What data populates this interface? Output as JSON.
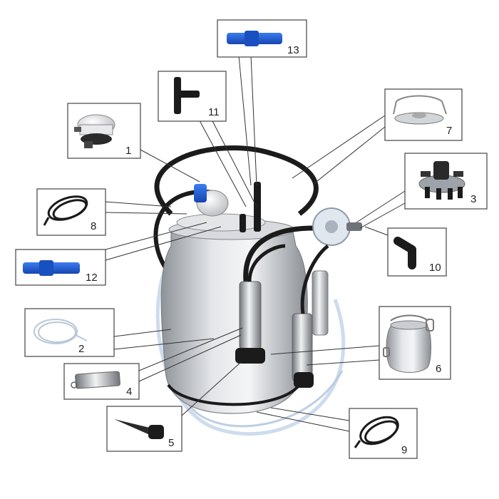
{
  "callouts": [
    {
      "id": "1",
      "label": "1",
      "icon": "vacuum-regulator-icon"
    },
    {
      "id": "2",
      "label": "2",
      "icon": "clear-tube-coil-icon"
    },
    {
      "id": "3",
      "label": "3",
      "icon": "pulsator-icon"
    },
    {
      "id": "4",
      "label": "4",
      "icon": "steel-shell-icon"
    },
    {
      "id": "5",
      "label": "5",
      "icon": "rubber-liner-icon"
    },
    {
      "id": "6",
      "label": "6",
      "icon": "milk-bucket-icon"
    },
    {
      "id": "7",
      "label": "7",
      "icon": "bucket-lid-icon"
    },
    {
      "id": "8",
      "label": "8",
      "icon": "black-hose-coil-icon"
    },
    {
      "id": "9",
      "label": "9",
      "icon": "black-hose-coil-icon"
    },
    {
      "id": "10",
      "label": "10",
      "icon": "elbow-connector-icon"
    },
    {
      "id": "11",
      "label": "11",
      "icon": "tee-connector-icon"
    },
    {
      "id": "12",
      "label": "12",
      "icon": "blue-coupler-icon"
    },
    {
      "id": "13",
      "label": "13",
      "icon": "blue-coupler-icon"
    }
  ],
  "colors": {
    "steel": "#c9ccd0",
    "hose": "#1b1b1b",
    "blue": "#1f5bd6",
    "clear": "#c9d8ea"
  }
}
